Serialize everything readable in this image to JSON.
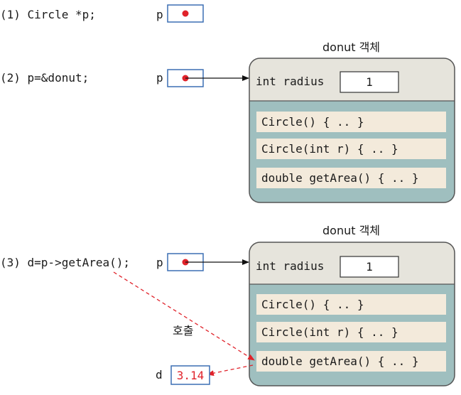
{
  "step1": {
    "code": "(1) Circle *p;",
    "ptr_label": "p"
  },
  "step2": {
    "code": "(2) p=&donut;",
    "ptr_label": "p",
    "object": {
      "title": "donut 객체",
      "field_label": "int radius",
      "field_value": "1",
      "methods": [
        "Circle() { .. }",
        "Circle(int r) { .. }",
        "double getArea() { .. }"
      ]
    }
  },
  "step3": {
    "code": "(3) d=p->getArea();",
    "ptr_label": "p",
    "call_label": "호출",
    "result_label": "d",
    "result_value": "3.14",
    "object": {
      "title": "donut 객체",
      "field_label": "int radius",
      "field_value": "1",
      "methods": [
        "Circle() { .. }",
        "Circle(int r) { .. }",
        "double getArea() { .. }"
      ]
    }
  },
  "colors": {
    "object_head": "#e6e4dc",
    "object_body": "#9fbfbf",
    "method_row": "#f3eadb",
    "pointer_border": "#3b6fb4",
    "accent_red": "#e0222a"
  }
}
